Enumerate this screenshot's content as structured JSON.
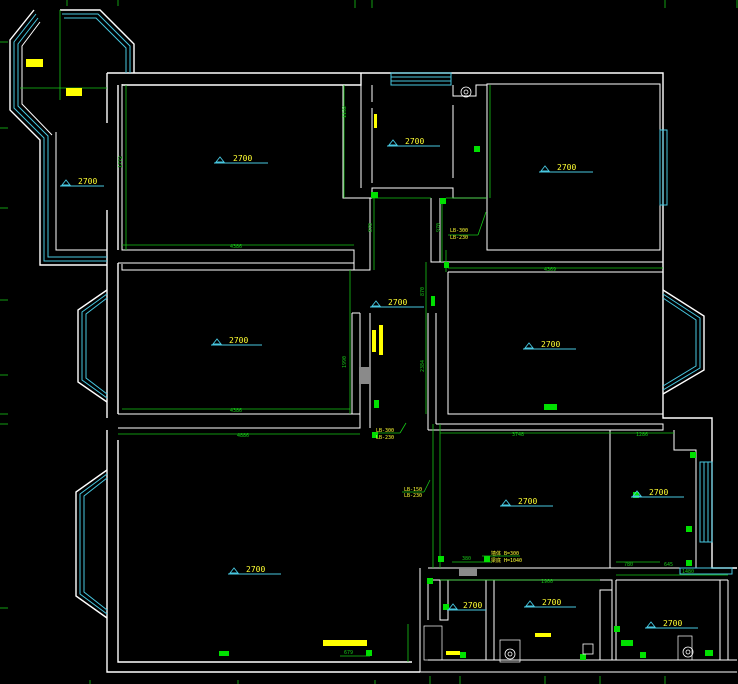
{
  "floor_plan": {
    "height_marks": [
      {
        "id": "bay-balcony",
        "value": "2700"
      },
      {
        "id": "master-bedroom",
        "value": "2700"
      },
      {
        "id": "toilet-north",
        "value": "2700"
      },
      {
        "id": "bedroom-ne",
        "value": "2700"
      },
      {
        "id": "corridor",
        "value": "2700"
      },
      {
        "id": "bedroom-west",
        "value": "2700"
      },
      {
        "id": "bedroom-east",
        "value": "2700"
      },
      {
        "id": "living-room",
        "value": "2700"
      },
      {
        "id": "dining",
        "value": "2700"
      },
      {
        "id": "balcony-east",
        "value": "2700"
      },
      {
        "id": "bath-south",
        "value": "2700"
      },
      {
        "id": "kitchen",
        "value": "2700"
      },
      {
        "id": "service-balcony",
        "value": "2700"
      }
    ],
    "dimension_labels": [
      "4386",
      "4386",
      "4886",
      "3748",
      "1286",
      "4369",
      "1900",
      "679",
      "380",
      "1480",
      "780",
      "1772",
      "1990",
      "2384",
      "870",
      "870",
      "970",
      "1132",
      "645"
    ],
    "annotations": [
      "LB-300",
      "LB-230",
      "LB-300",
      "LB-230",
      "LB-150",
      "LB-230",
      "墙体 B=300",
      "梁底 H=1040"
    ],
    "colors": {
      "wall": "#ffffff",
      "dimension": "#17c617",
      "window": "#47c7e0",
      "fixture": "#00e000",
      "highlight": "#ffff00"
    }
  }
}
